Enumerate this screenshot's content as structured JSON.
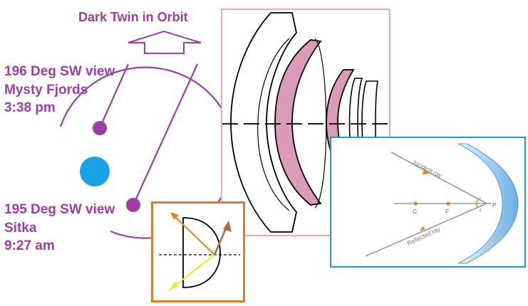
{
  "colors": {
    "purple": "#9b3fa6",
    "pink_frame": "#e8a9c6",
    "pink_fill": "#d99bb8",
    "blue_frame": "#1e9ad6",
    "orange_frame": "#e07b2a",
    "planet_blue": "#19a3e6",
    "incident_orange": "#e8841e",
    "refracted_brown": "#a87045",
    "ray_yellow": "#f2e617"
  },
  "orbit": {
    "title": "Dark Twin in Orbit",
    "top_marker": {
      "heading": "196 Deg SW view",
      "place": "Mysty Fjords",
      "time": "3:38 pm"
    },
    "bottom_marker": {
      "heading": "195 Deg SW view",
      "place": "Sitka",
      "time": "9:27 am"
    },
    "icons": [
      "up-arrow-outline-icon",
      "planet-icon"
    ]
  },
  "mirror_diagram": {
    "incident_label": "Incident ray",
    "reflected_label": "Reflected ray",
    "points": [
      "C",
      "F",
      "P"
    ],
    "angles": [
      "i",
      "r"
    ]
  }
}
